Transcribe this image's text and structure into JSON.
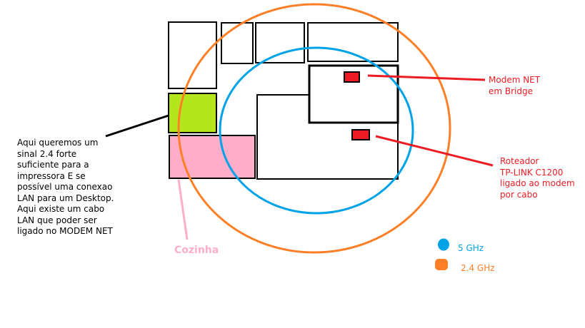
{
  "colors": {
    "wall": "#000000",
    "modem": "#ed1c24",
    "kitchen": "#ffaec9",
    "printer_area": "#b5e61d",
    "wifi_5ghz": "#00a2e8",
    "wifi_24ghz": "#ff7f27"
  },
  "annotations": {
    "printer_note": "Aqui queremos um\nsinal 2.4 forte\nsuficiente para a\nimpressora E se\npossível uma conexao\nLAN para um Desktop.\nAqui existe um cabo\nLAN que poder ser\nligado no MODEM NET",
    "modem": "Modem NET\nem Bridge",
    "router": "Roteador\nTP-LINK C1200\nligado ao modem\npor cabo",
    "kitchen": "Cozinha"
  },
  "legend": {
    "band_5ghz": "5 GHz",
    "band_24ghz": "2.4 GHz"
  }
}
